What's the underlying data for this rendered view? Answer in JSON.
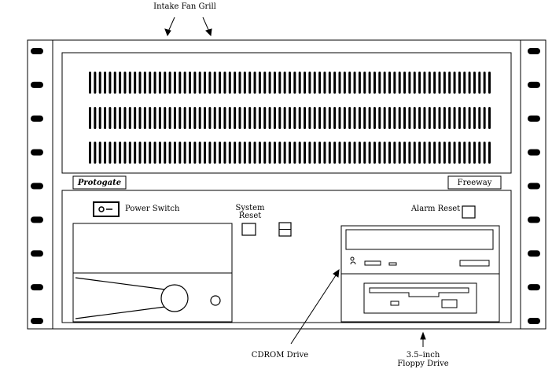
{
  "labels": {
    "intake_fan_grill": "Intake Fan Grill",
    "brand_left": "Protogate",
    "brand_right": "Freeway",
    "power_switch": "Power Switch",
    "system_reset_line1": "System",
    "system_reset_line2": "Reset",
    "alarm_reset": "Alarm Reset",
    "cdrom_drive": "CDROM Drive",
    "floppy_line1": "3.5–inch",
    "floppy_line2": "Floppy Drive"
  },
  "grill": {
    "rows": 3,
    "slots_per_row": 81
  },
  "rack_mount_holes_per_side": 9
}
